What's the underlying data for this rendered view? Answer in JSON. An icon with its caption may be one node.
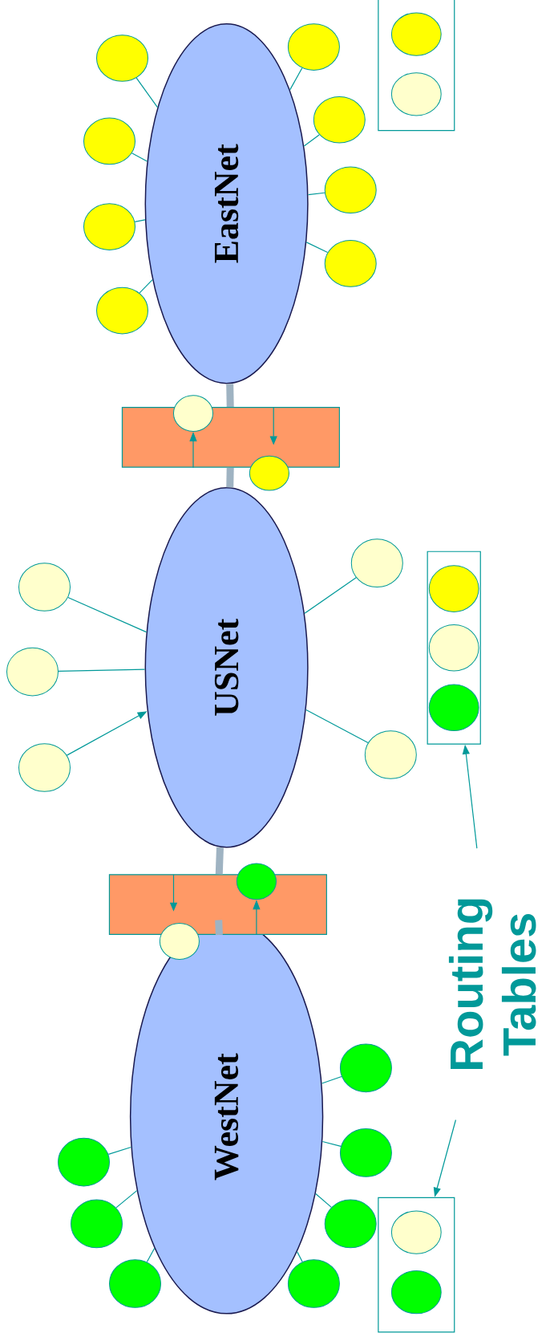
{
  "diagram": {
    "nodes": [
      {
        "text": [],
        "shape": "box"
      },
      {
        "text": [],
        "shape": "circle",
        "in": 0
      },
      {
        "text": [],
        "shape": "circle",
        "in": 0
      },
      {
        "text": [],
        "shape": "circle"
      },
      {
        "text": [],
        "shape": "circle"
      },
      {
        "text": [],
        "shape": "circle"
      },
      {
        "text": [],
        "shape": "circle"
      },
      {
        "text": [],
        "shape": "circle"
      },
      {
        "text": [],
        "shape": "circle"
      },
      {
        "text": [],
        "shape": "circle"
      },
      {
        "text": [],
        "shape": "circle"
      },
      {
        "text": [
          "EastNet"
        ]
      },
      {
        "text": [],
        "shape": "box"
      },
      {
        "text": [],
        "shape": "circle"
      },
      {
        "text": [],
        "shape": "circle"
      },
      {
        "text": [
          "USNet"
        ]
      },
      {
        "text": [],
        "shape": "circle"
      },
      {
        "text": [],
        "shape": "circle"
      },
      {
        "text": [],
        "shape": "circle"
      },
      {
        "text": [],
        "shape": "circle"
      },
      {
        "text": [],
        "shape": "circle"
      },
      {
        "text": [],
        "shape": "box"
      },
      {
        "text": [],
        "shape": "circle",
        "in": 21
      },
      {
        "text": [],
        "shape": "circle",
        "in": 21
      },
      {
        "text": [],
        "shape": "circle",
        "in": 21
      },
      {
        "text": [
          "Routing Tables"
        ]
      },
      {
        "text": [],
        "shape": "box"
      },
      {
        "text": [],
        "shape": "circle"
      },
      {
        "text": [],
        "shape": "circle"
      },
      {
        "text": [
          "WestNet"
        ]
      },
      {
        "text": [],
        "shape": "circle"
      },
      {
        "text": [],
        "shape": "circle"
      },
      {
        "text": [],
        "shape": "circle"
      },
      {
        "text": [],
        "shape": "circle"
      },
      {
        "text": [],
        "shape": "circle"
      },
      {
        "text": [],
        "shape": "circle"
      },
      {
        "text": [],
        "shape": "circle"
      },
      {
        "text": [],
        "shape": "box"
      },
      {
        "text": [],
        "shape": "circle",
        "in": 37
      },
      {
        "text": [],
        "shape": "circle",
        "in": 37
      }
    ],
    "edges": [
      {
        "from": 3,
        "to": 11,
        "arrow": "none"
      },
      {
        "from": 4,
        "to": 11,
        "arrow": "none"
      },
      {
        "from": 5,
        "to": 11,
        "arrow": "none"
      },
      {
        "from": 6,
        "to": 11,
        "arrow": "none"
      },
      {
        "from": 7,
        "to": 11,
        "arrow": "none"
      },
      {
        "from": 8,
        "to": 11,
        "arrow": "none"
      },
      {
        "from": 9,
        "to": 11,
        "arrow": "none"
      },
      {
        "from": 10,
        "to": 11,
        "arrow": "none"
      },
      {
        "from": 12,
        "to": 13,
        "arrow": "to"
      },
      {
        "from": 26,
        "to": 27,
        "arrow": "to"
      },
      {
        "from": 11,
        "to": 12,
        "arrow": "none",
        "style": "thick",
        "color": "#9fb3c2"
      },
      {
        "from": 12,
        "to": 15,
        "arrow": "none",
        "style": "thick",
        "color": "#9fb3c2"
      },
      {
        "from": 16,
        "to": 15,
        "arrow": "none"
      },
      {
        "from": 17,
        "to": 15,
        "arrow": "none"
      },
      {
        "from": 18,
        "to": 15,
        "arrow": "none"
      },
      {
        "from": 19,
        "to": 15,
        "arrow": "none"
      },
      {
        "from": 20,
        "to": 15,
        "arrow": "to"
      },
      {
        "from": 25,
        "to": 21,
        "arrow": "to"
      },
      {
        "from": 25,
        "to": 37,
        "arrow": "to"
      },
      {
        "from": 15,
        "to": 26,
        "arrow": "none",
        "style": "thick",
        "color": "#9fb3c2"
      },
      {
        "from": 26,
        "to": 29,
        "arrow": "none",
        "style": "thick",
        "color": "#9fb3c2"
      },
      {
        "from": 30,
        "to": 29,
        "arrow": "none"
      },
      {
        "from": 31,
        "to": 29,
        "arrow": "none"
      },
      {
        "from": 32,
        "to": 29,
        "arrow": "none"
      },
      {
        "from": 33,
        "to": 29,
        "arrow": "none"
      },
      {
        "from": 34,
        "to": 29,
        "arrow": "none"
      },
      {
        "from": 35,
        "to": 29,
        "arrow": "none"
      },
      {
        "from": 36,
        "to": 29,
        "arrow": "none"
      }
    ]
  }
}
